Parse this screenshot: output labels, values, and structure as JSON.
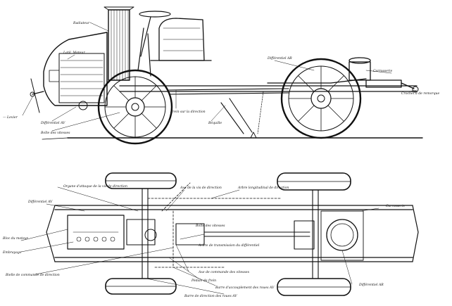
{
  "drawing": {
    "side_view": {
      "labels": {
        "radiateur": "Radiateur",
        "moteur": "Latil, Moteur",
        "differentiel_av": "Différentiel AV",
        "boite_vitesses": "Boîte des vitesses",
        "frein_main": "Frein sur la direction",
        "levier_gauche": "— Levier",
        "bequille": "Béquille",
        "differentiel_ar": "Différentiel AR",
        "carrosserie": "Carrosserie",
        "crochet_remorque": "Crochet à de remorque"
      }
    },
    "plan_view": {
      "labels": {
        "differentiel_av": "Différentiel AV",
        "organe_attaque": "Organe d'attaque de la vis de direction",
        "axe_vis_direction": "Axe de la vis de direction",
        "arbre_longitudinal": "Arbre longitudinal de direction",
        "carrosserie": "Carrosserie",
        "bloc_moteur": "Bloc du moteur",
        "embrayage": "Embrayage",
        "boite_vitesses": "Boîte des vitesses",
        "arbre_transmission": "Arbre de transmission du différentiel",
        "levier_commande_direction": "Bielle de commande de direction",
        "axe_commande_vitesses": "Axe de commande des vitesses",
        "pedale_frein": "Pédale de frein",
        "barre_accouplement": "Barre d'accouplement des roues AV",
        "barre_direction": "Barre de direction des roues AV",
        "differentiel_ar": "Différentiel AR"
      }
    }
  }
}
